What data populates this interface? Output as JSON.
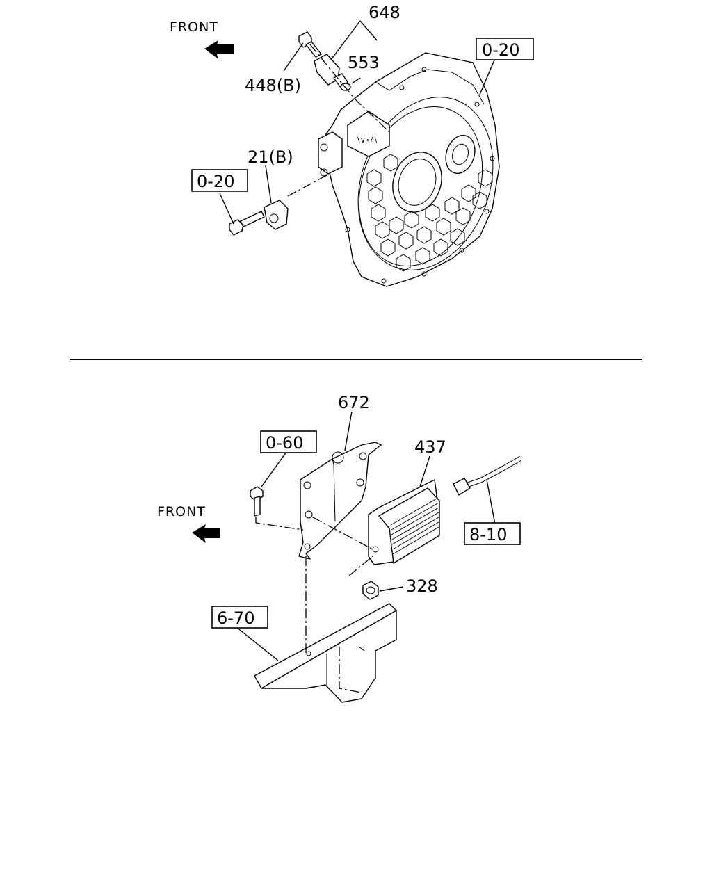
{
  "top_section": {
    "front_label": "FRONT",
    "callouts": {
      "p648": "648",
      "p553": "553",
      "p448b": "448(B)",
      "p21b": "21(B)"
    },
    "refs": {
      "ref_top": "0-20",
      "ref_left": "0-20"
    }
  },
  "bottom_section": {
    "front_label": "FRONT",
    "callouts": {
      "p672": "672",
      "p437": "437",
      "p328": "328"
    },
    "refs": {
      "ref_060": "0-60",
      "ref_810": "8-10",
      "ref_670": "6-70"
    }
  }
}
